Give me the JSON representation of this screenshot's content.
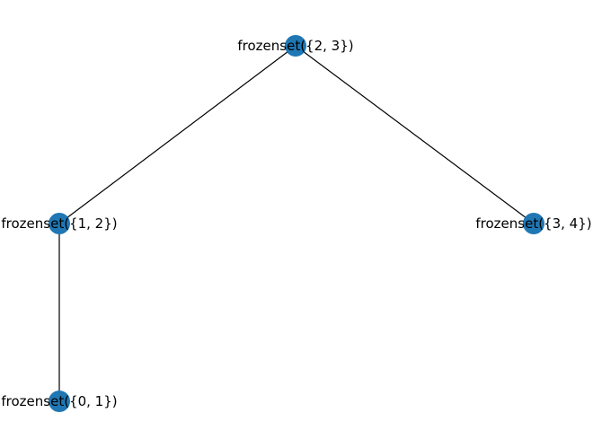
{
  "graph": {
    "node_color": "#1f77b4",
    "edge_color": "#000000",
    "nodes": [
      {
        "id": "n23",
        "label": "frozenset({2, 3})"
      },
      {
        "id": "n12",
        "label": "frozenset({1, 2})"
      },
      {
        "id": "n34",
        "label": "frozenset({3, 4})"
      },
      {
        "id": "n01",
        "label": "frozenset({0, 1})"
      }
    ],
    "edges": [
      {
        "source": "n23",
        "target": "n12"
      },
      {
        "source": "n23",
        "target": "n34"
      },
      {
        "source": "n12",
        "target": "n01"
      }
    ]
  }
}
